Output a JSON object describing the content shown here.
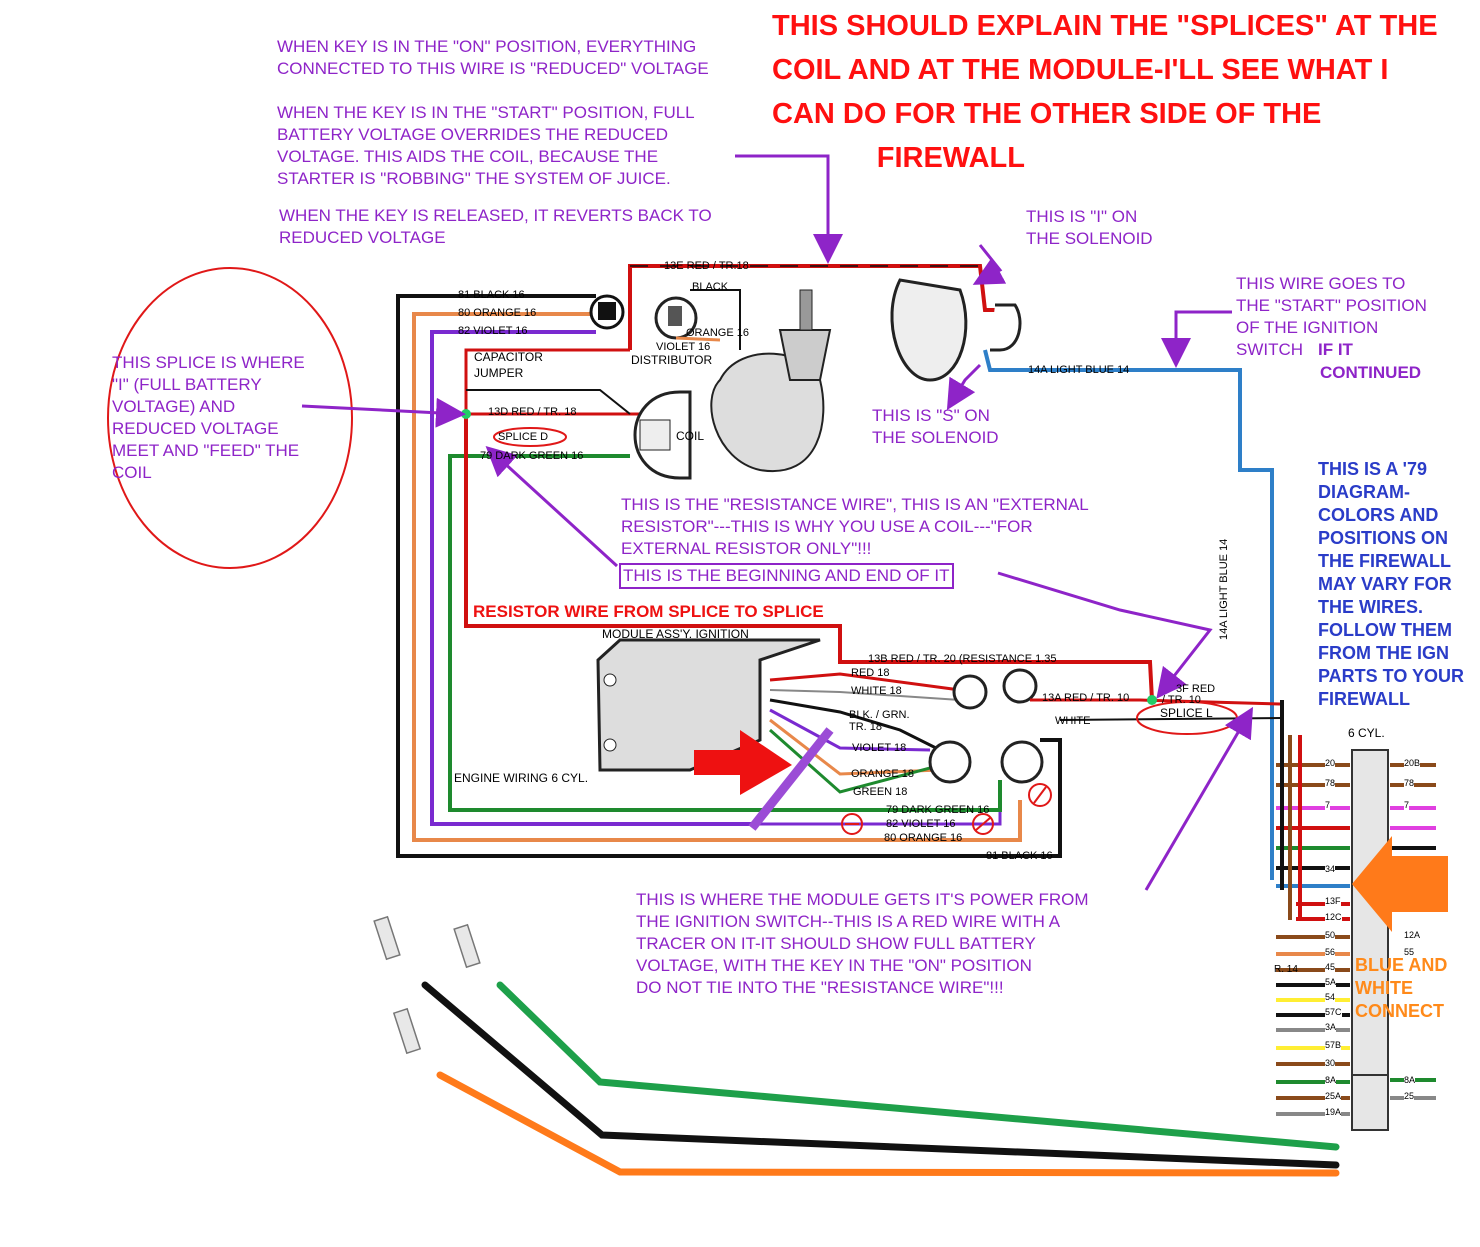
{
  "title": "THIS SHOULD EXPLAIN THE \"SPLICES\" AT THE\nCOIL AND AT THE MODULE-I'LL SEE WHAT I\nCAN DO FOR THE OTHER SIDE OF THE\n             FIREWALL",
  "notes": {
    "on_position": "WHEN KEY IS IN THE \"ON\" POSITION, EVERYTHING\nCONNECTED TO THIS WIRE IS \"REDUCED\" VOLTAGE",
    "start_position": "WHEN THE KEY IS IN THE \"START\" POSITION, FULL\nBATTERY VOLTAGE OVERRIDES THE REDUCED\nVOLTAGE. THIS AIDS THE COIL, BECAUSE THE\nSTARTER IS \"ROBBING\" THE SYSTEM OF JUICE.",
    "released": "WHEN THE KEY IS RELEASED, IT REVERTS BACK TO\nREDUCED VOLTAGE",
    "i_solenoid": "THIS IS \"I\" ON\nTHE SOLENOID",
    "s_solenoid": "THIS IS \"S\" ON\nTHE SOLENOID",
    "start_wire": "THIS WIRE GOES TO\nTHE \"START\" POSITION\nOF THE IGNITION\nSWITCH",
    "if_it": "IF IT",
    "continued": "CONTINUED",
    "splice_meet": "THIS SPLICE IS WHERE\n\"I\" (FULL BATTERY\nVOLTAGE) AND\nREDUCED VOLTAGE\nMEET AND \"FEED\" THE\nCOIL",
    "resistance_wire": "THIS IS THE \"RESISTANCE WIRE\", THIS IS AN \"EXTERNAL\nRESISTOR\"---THIS IS WHY YOU USE A COIL---\"FOR\nEXTERNAL RESISTOR ONLY\"!!!",
    "beginning_end": "THIS IS THE BEGINNING AND END OF IT",
    "module_power": "THIS IS WHERE THE MODULE GETS IT'S POWER FROM\nTHE IGNITION SWITCH--THIS IS A RED WIRE WITH A\nTRACER ON IT-IT SHOULD SHOW FULL BATTERY\nVOLTAGE, WITH THE KEY IN THE \"ON\" POSITION\nDO NOT TIE INTO THE \"RESISTANCE WIRE\"!!!",
    "diagram_79": "THIS IS A '79\nDIAGRAM-\nCOLORS AND\nPOSITIONS ON\nTHE FIREWALL\nMAY VARY FOR\nTHE WIRES.\nFOLLOW THEM\nFROM THE IGN\nPARTS TO YOUR\nFIREWALL",
    "blue_white": "BLUE AND\nWHITE\nCONNECT",
    "resistor_splice": "RESISTOR WIRE FROM SPLICE TO SPLICE"
  },
  "wire_labels": {
    "w13e": "13E RED / TR.18",
    "w81a": "81 BLACK 16",
    "w80a": "80 ORANGE 16",
    "w82a": "82 VIOLET 16",
    "black": "BLACK",
    "orange16": "ORANGE 16",
    "violet16": "VIOLET 16",
    "distributor": "DISTRIBUTOR",
    "capacitor": "CAPACITOR",
    "jumper": "JUMPER",
    "w13d": "13D RED / TR. 18",
    "coil": "COIL",
    "splice_d": "SPLICE D",
    "w79a": "79 DARK GREEN 16",
    "w14a": "14A LIGHT BLUE 14",
    "w14a_v": "14A LIGHT BLUE 14",
    "module": "MODULE ASS'Y. IGNITION",
    "w13b": "13B RED / TR. 20 (RESISTANCE 1.35",
    "red18": "RED 18",
    "white18": "WHITE 18",
    "blk_grn": "BLK. / GRN.",
    "tr18": "TR. 18",
    "violet18": "VIOLET 18",
    "orange18": "ORANGE 18",
    "green18": "GREEN 18",
    "w13a": "13A RED / TR. 10",
    "w3f": "3F RED",
    "tr10": "/ TR. 10",
    "splice_l": "SPLICE L",
    "white": "WHITE",
    "engine_wiring": "ENGINE WIRING 6 CYL.",
    "w79b": "79 DARK GREEN 16",
    "w82b": "82 VIOLET 16",
    "w80b": "80 ORANGE 16",
    "w81b": "81 BLACK 16",
    "cyl6": "6 CYL."
  },
  "firewall_pins": [
    "20",
    "78",
    "7",
    "",
    "",
    "",
    "34",
    "",
    "13F",
    "12C",
    "50",
    "56",
    "45",
    "5A",
    "54",
    "57C",
    "3A",
    "57B",
    "30",
    "8A",
    "25A",
    "19A"
  ],
  "firewall_right": [
    "20B",
    "78",
    "7",
    "",
    "",
    "",
    "",
    "",
    "",
    "",
    "12A",
    "55",
    "",
    "",
    "",
    "",
    "",
    "",
    "",
    "8A",
    "25",
    ""
  ],
  "tr14": "R. 14",
  "colors": {
    "purple_note": "#8e24c8",
    "title_red": "#ff1010",
    "note_blue": "#2a3cc8",
    "orange": "#ff8a1a"
  }
}
